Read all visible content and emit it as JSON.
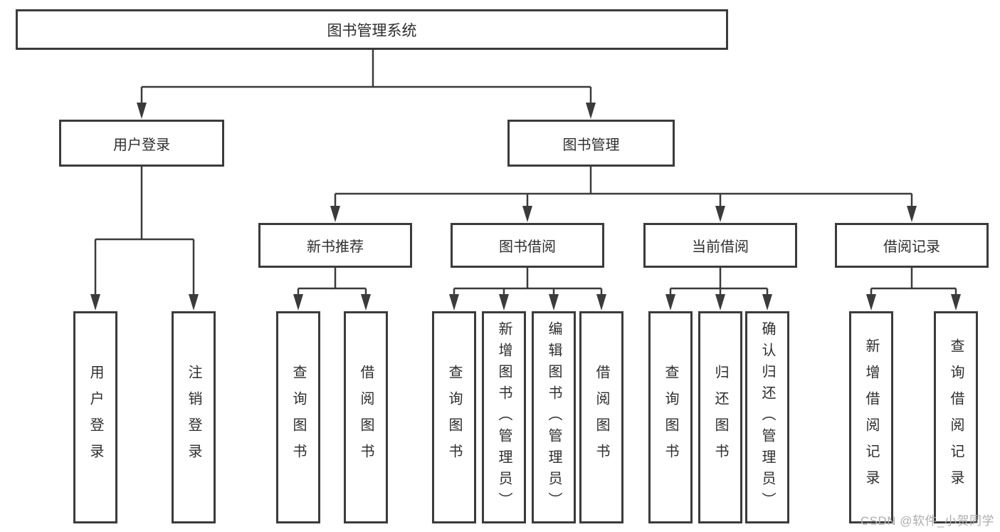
{
  "colors": {
    "line": "#3b3b3b",
    "node_border": "#3b3b3b",
    "node_fill": "#ffffff",
    "text": "#2e2e2e",
    "watermark": "#adadad",
    "background": "#ffffff"
  },
  "tree": {
    "root": "图书管理系统",
    "branches": [
      {
        "label": "用户登录",
        "children": [
          "用户登录",
          "注销登录"
        ]
      },
      {
        "label": "图书管理",
        "groups": [
          {
            "label": "新书推荐",
            "children": [
              "查询图书",
              "借阅图书"
            ]
          },
          {
            "label": "图书借阅",
            "children": [
              "查询图书",
              "新增图书（管理员）",
              "编辑图书（管理员）",
              "借阅图书"
            ]
          },
          {
            "label": "当前借阅",
            "children": [
              "查询图书",
              "归还图书",
              "确认归还（管理员）"
            ]
          },
          {
            "label": "借阅记录",
            "children": [
              "新增借阅记录",
              "查询借阅记录"
            ]
          }
        ]
      }
    ]
  },
  "watermark": "CSDN @软件_小贺同学"
}
